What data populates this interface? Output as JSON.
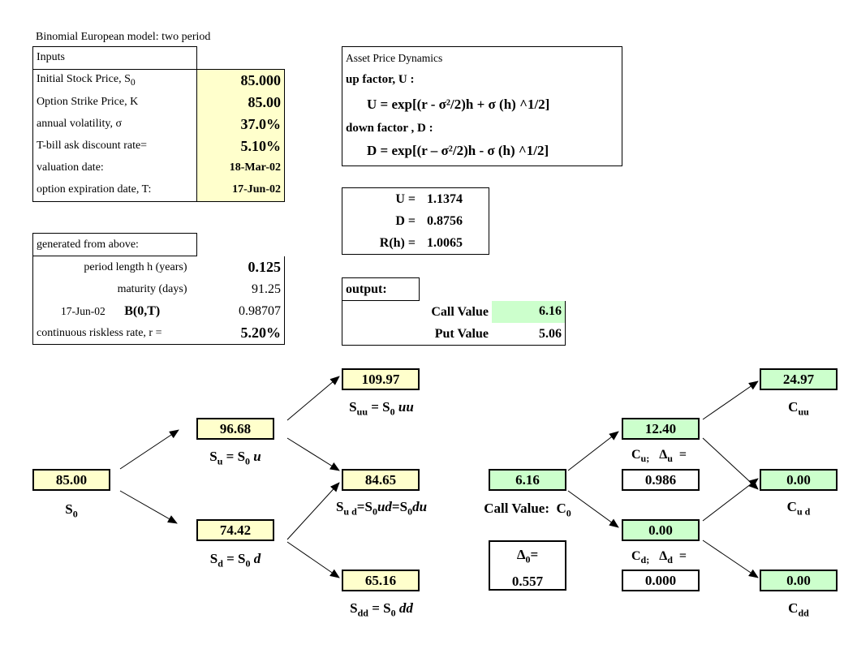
{
  "title": "Binomial European model:  two period",
  "inputs": {
    "header": "Inputs",
    "rows": [
      {
        "label": "Initial Stock Price, S",
        "label_sub": "0",
        "value": "85.000"
      },
      {
        "label": "Option Strike Price, K",
        "value": "85.00"
      },
      {
        "label": "annual volatility, σ",
        "value": "37.0%"
      },
      {
        "label": "T-bill ask discount rate=",
        "value": "5.10%"
      },
      {
        "label": "valuation date:",
        "value": "18-Mar-02"
      },
      {
        "label": "option expiration date, T:",
        "value": "17-Jun-02"
      }
    ]
  },
  "generated": {
    "header": "generated from above:",
    "period_label": "period length h  (years)",
    "period_value": "0.125",
    "maturity_label": "maturity (days)",
    "maturity_value": "91.25",
    "bond_date": "17-Jun-02",
    "bond_label": "B(0,T)",
    "bond_value": "0.98707",
    "rate_label": "continuous riskless rate, r =",
    "rate_value": "5.20%"
  },
  "dynamics": {
    "header": "Asset Price Dynamics",
    "up_label": "up factor, U :",
    "up_formula": "U = exp[(r -  σ²/2)h +  σ  (h) ^1/2]",
    "down_label": "down factor , D :",
    "down_formula": "D = exp[(r –  σ²/2)h -  σ  (h) ^1/2]"
  },
  "factors": [
    {
      "label": "U =",
      "value": "1.1374"
    },
    {
      "label": "D =",
      "value": "0.8756"
    },
    {
      "label": "R(h) =",
      "value": "1.0065"
    }
  ],
  "output": {
    "header": "output:",
    "call_label": "Call Value",
    "call_value": "6.16",
    "put_label": "Put Value",
    "put_value": "5.06"
  },
  "stock_tree": {
    "s0": "85.00",
    "s0_cap": "S0",
    "su": "96.68",
    "su_cap": "Su = S0 u",
    "sd": "74.42",
    "sd_cap": "Sd = S0 d",
    "suu": "109.97",
    "suu_cap": "Suu = S0 uu",
    "sud": "84.65",
    "sud_cap": "Sud=S0ud=S0du",
    "sdd": "65.16",
    "sdd_cap": "Sdd = S0 dd"
  },
  "call_tree": {
    "c0": "6.16",
    "c0_cap": "Call Value:  C0",
    "delta0_label": "Δ0=",
    "delta0_value": "0.557",
    "cu": "12.40",
    "cu_cap": "Cu;   Δu  =",
    "delta_u": "0.986",
    "cd": "0.00",
    "cd_cap": "Cd;   Δd  =",
    "delta_d": "0.000",
    "cuu": "24.97",
    "cuu_cap": "Cuu",
    "cud": "0.00",
    "cud_cap": "Cud",
    "cdd": "0.00",
    "cdd_cap": "Cdd"
  }
}
